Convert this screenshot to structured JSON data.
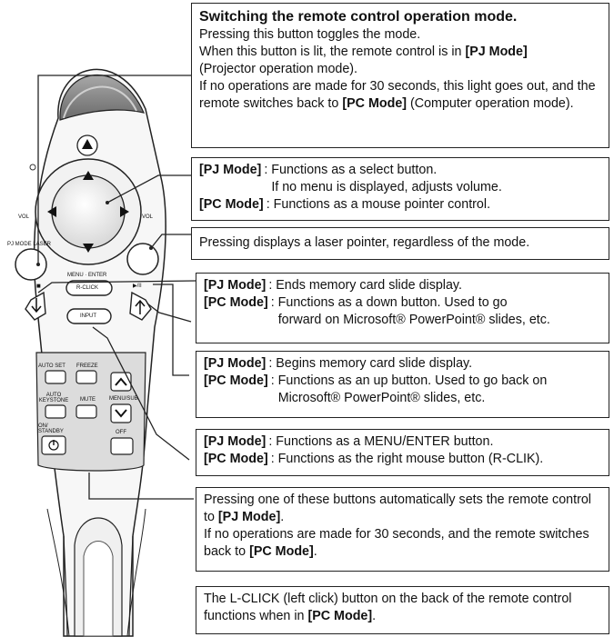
{
  "remote": {
    "labels": {
      "vol_minus": "VOL",
      "vol_plus": "VOL",
      "pj_mode_laser": "PJ MODE LASER",
      "menu_enter": "MENU · ENTER",
      "rclick": "R-CLICK",
      "input": "INPUT",
      "stop": "■",
      "play_pause": "▶/II",
      "auto_set": "AUTO SET",
      "freeze": "FREEZE",
      "auto_keystone": "AUTO KEYSTONE",
      "mute": "MUTE",
      "menu_sub": "MENU/SUB",
      "on_standby": "ON/ STANDBY",
      "off": "OFF"
    }
  },
  "callouts": {
    "mode": {
      "title": "Switching the remote control operation mode.",
      "line1": "Pressing this button toggles the mode.",
      "line2a": "When this button is lit, the remote control is in ",
      "line2b": "[PJ Mode]",
      "line3": "(Projector operation mode).",
      "line4": "If no operations are made for 30 seconds, this light goes out, and the remote switches back to ",
      "line4b": "[PC Mode]",
      "line4c": " (Computer operation mode)."
    },
    "select": {
      "pj_label": "[PJ Mode]",
      "pj_desc1": ": Functions as a select button.",
      "pj_desc2": "If no menu is displayed, adjusts volume.",
      "pc_label": "[PC Mode]",
      "pc_desc": ": Functions as a mouse pointer control."
    },
    "laser": {
      "text": "Pressing displays a laser pointer, regardless of the mode."
    },
    "stop": {
      "pj_label": "[PJ Mode]",
      "pj_desc": ": Ends memory card slide display.",
      "pc_label": "[PC Mode]",
      "pc_desc1": ": Functions as a down button. Used to go",
      "pc_desc2": "forward on Microsoft® PowerPoint® slides, etc."
    },
    "play": {
      "pj_label": "[PJ Mode]",
      "pj_desc": ": Begins memory card slide display.",
      "pc_label": "[PC Mode]",
      "pc_desc1": ": Functions as an up button. Used to go back on",
      "pc_desc2": "Microsoft® PowerPoint® slides, etc."
    },
    "menu": {
      "pj_label": "[PJ Mode]",
      "pj_desc": ": Functions as a MENU/ENTER button.",
      "pc_label": "[PC Mode]",
      "pc_desc": ": Functions as the right mouse button (R-CLIK)."
    },
    "buttons": {
      "line1a": "Pressing one of these buttons automatically sets the remote control to ",
      "line1b": "[PJ Mode]",
      "line1c": ".",
      "line2a": "If no operations are made for 30 seconds, and the remote switches back to ",
      "line2b": "[PC Mode]",
      "line2c": "."
    },
    "lclick": {
      "line_a": "The L-CLICK (left click) button on the back of the remote control functions when in ",
      "line_b": "[PC Mode]",
      "line_c": "."
    }
  }
}
